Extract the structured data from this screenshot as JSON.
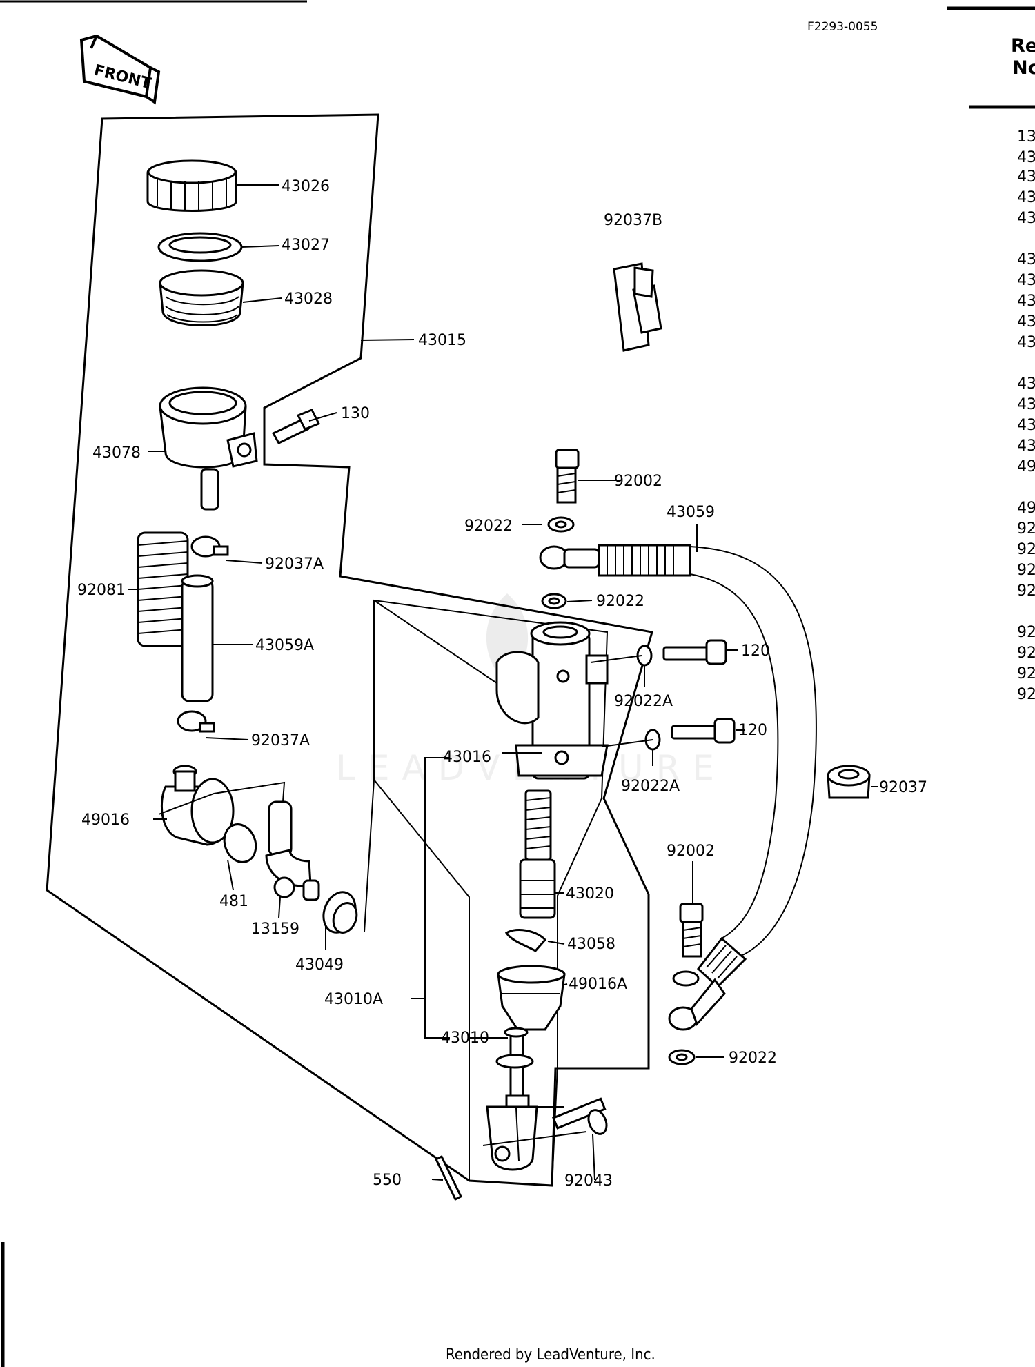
{
  "figure_code": "F2293-0055",
  "front_label": "FRONT",
  "header": {
    "col1": "Re",
    "col2": "Nc"
  },
  "ref_list": [
    "13",
    "43",
    "43",
    "43",
    "43",
    "43",
    "43",
    "43",
    "43",
    "43",
    "43",
    "43",
    "43",
    "43",
    "49",
    "49",
    "92",
    "92",
    "92",
    "92",
    "92",
    "92",
    "92",
    "92"
  ],
  "callouts": {
    "c43026": "43026",
    "c43027": "43027",
    "c43028": "43028",
    "c43015": "43015",
    "c130": "130",
    "c43078": "43078",
    "c92037A_1": "92037A",
    "c92081": "92081",
    "c43059A": "43059A",
    "c92037A_2": "92037A",
    "c49016": "49016",
    "c481": "481",
    "c13159": "13159",
    "c43049": "43049",
    "c43010A": "43010A",
    "c43010": "43010",
    "c550": "550",
    "c92043": "92043",
    "c43016": "43016",
    "c43020": "43020",
    "c43058": "43058",
    "c49016A": "49016A",
    "c92037B": "92037B",
    "c92002_1": "92002",
    "c92022_1": "92022",
    "c43059": "43059",
    "c92022_2": "92022",
    "c120_1": "120",
    "c92022A_1": "92022A",
    "c120_2": "120",
    "c92022A_2": "92022A",
    "c92037": "92037",
    "c92002_2": "92002",
    "c92022_3": "92022"
  },
  "watermark": "LEADVENTURE",
  "footer": "Rendered by LeadVenture, Inc."
}
